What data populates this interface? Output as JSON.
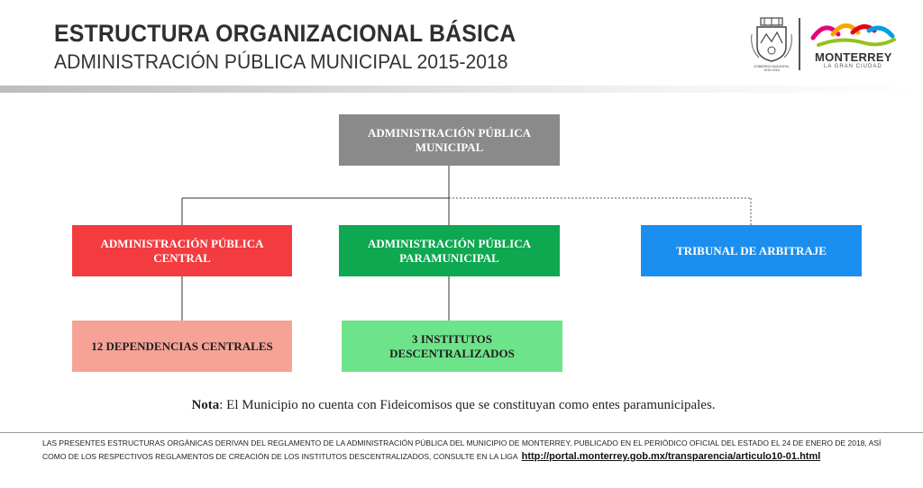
{
  "header": {
    "title": "ESTRUCTURA ORGANIZACIONAL BÁSICA",
    "subtitle": "ADMINISTRACIÓN PÚBLICA MUNICIPAL 2015-2018",
    "logo_name": "MONTERREY",
    "logo_tagline": "LA GRAN CIUDAD",
    "seal_text": "GOBIERNO MUNICIPAL 2015-2018",
    "brand_colors": [
      "#e6007e",
      "#f7a600",
      "#009fe3",
      "#95c11f",
      "#e30613"
    ]
  },
  "org_chart": {
    "root": "ADMINISTRACIÓN PÚBLICA MUNICIPAL",
    "central": "ADMINISTRACIÓN PÚBLICA CENTRAL",
    "paramunicipal": "ADMINISTRACIÓN PÚBLICA PARAMUNICIPAL",
    "tribunal": "TRIBUNAL DE ARBITRAJE",
    "dependencias": "12 DEPENDENCIAS CENTRALES",
    "institutos": "3 INSTITUTOS DESCENTRALIZADOS",
    "colors": {
      "root": "#8a8a8a",
      "central": "#f23c40",
      "paramunicipal": "#0ea850",
      "tribunal": "#1b8ff0",
      "dependencias": "#f6a296",
      "institutos": "#6ee48a"
    }
  },
  "note": {
    "label": "Nota",
    "text": ": El Municipio no cuenta con Fideicomisos que se constituyan como entes paramunicipales."
  },
  "footer": {
    "text": "LAS PRESENTES ESTRUCTURAS ORGÁNICAS DERIVAN DEL REGLAMENTO DE LA ADMINISTRACIÓN PÚBLICA DEL MUNICIPIO DE MONTERREY, PUBLICADO EN EL PERIÓDICO OFICIAL DEL ESTADO EL 24 DE ENERO DE 2018, ASÍ COMO DE LOS RESPECTIVOS REGLAMENTOS DE CREACIÓN DE LOS INSTITUTOS DESCENTRALIZADOS, CONSULTE EN LA LIGA",
    "link": "http://portal.monterrey.gob.mx/transparencia/articulo10-01.html"
  }
}
